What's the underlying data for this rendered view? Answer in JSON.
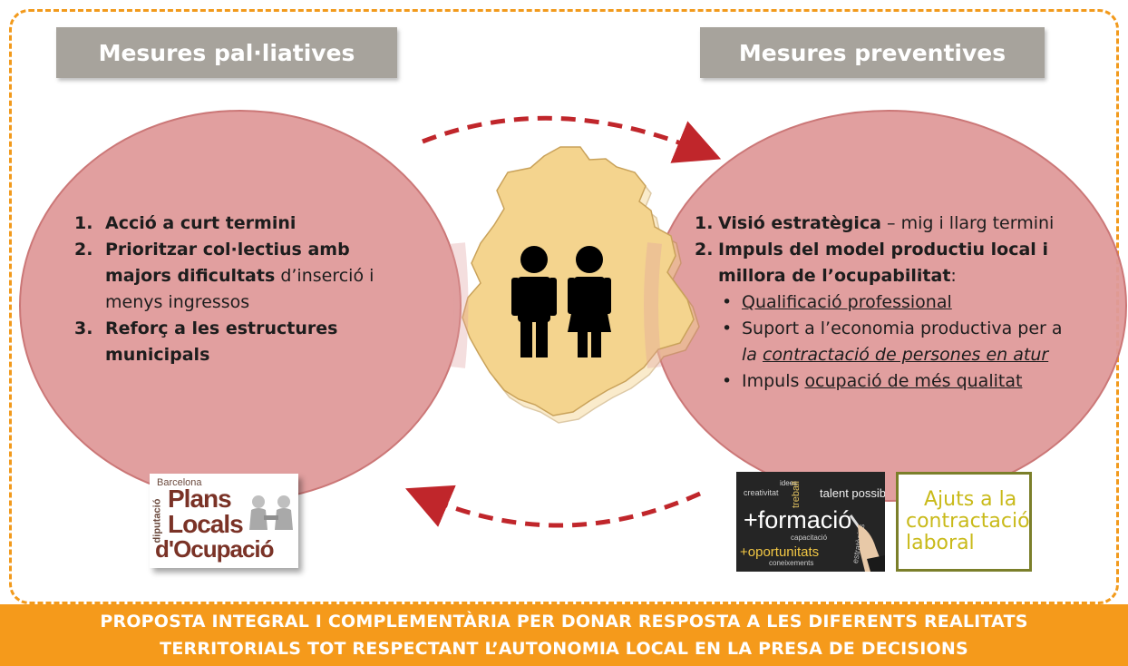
{
  "headers": {
    "left": "Mesures pal·liatives",
    "right": "Mesures preventives"
  },
  "left_list": [
    {
      "num": "1.",
      "bold": "Acció a curt termini",
      "rest": ""
    },
    {
      "num": "2.",
      "bold_line1": "Prioritzar col·lectius amb",
      "bold_line2": "majors dificultats",
      "rest_line2": " d’inserció i",
      "line3": "menys ingressos"
    },
    {
      "num": "3.",
      "bold_line1": "Reforç a les estructures",
      "bold_line2": "municipals"
    }
  ],
  "right_list": {
    "item1": {
      "num": "1.",
      "bold": "Visió estratègica",
      "rest": " – mig i llarg termini"
    },
    "item2": {
      "num": "2.",
      "bold_line1": "Impuls del model productiu local i",
      "bold_line2": "millora de l’ocupabilitat",
      "colon": ":"
    },
    "bullets": {
      "b1": {
        "underlined": "Qualificació professional"
      },
      "b2": {
        "line1": "Suport a l’economia productiva per a",
        "plain": "la ",
        "underlined": "contractació de persones en atur"
      },
      "b3": {
        "plain": "Impuls ",
        "underlined": "ocupació de més qualitat"
      }
    },
    "bullet_glyph": "•"
  },
  "logo_plans": {
    "barcelona": "Barcelona",
    "diputacio": "diputació",
    "plans": "Plans",
    "locals": "Locals",
    "ocupacio": "d'Ocupació"
  },
  "image_formacio": {
    "w1": "idees",
    "w2": "creativitat",
    "w3": "treball",
    "w4": "talent possibilitats",
    "w5": "+formació",
    "w6": "capacitació",
    "w7": "+oportunitats",
    "w8": "coneixements",
    "w9": "estratègies"
  },
  "image_ajuts": {
    "line1": "Ajuts a la",
    "line2": "contractació",
    "line3": "laboral"
  },
  "footer": {
    "line1": "PROPOSTA INTEGRAL I COMPLEMENTÀRIA PER DONAR RESPOSTA A LES DIFERENTS REALITATS",
    "line2": "TERRITORIALS TOT RESPECTANT L’AUTONOMIA LOCAL EN LA PRESA DE DECISIONS"
  },
  "colors": {
    "frame_dash": "#f29a1c",
    "header_bg": "#a7a39c",
    "circle_fill": "#e09a9a",
    "circle_stroke": "#c97070",
    "arrow": "#c0262b",
    "map_fill": "#f4d48e",
    "footer_bg": "#f59a1b"
  },
  "icons": [
    "man-icon",
    "woman-icon",
    "arrow-right-icon",
    "arrow-left-icon",
    "map-shape-icon",
    "handshake-figures-icon",
    "pen-hand-icon"
  ]
}
